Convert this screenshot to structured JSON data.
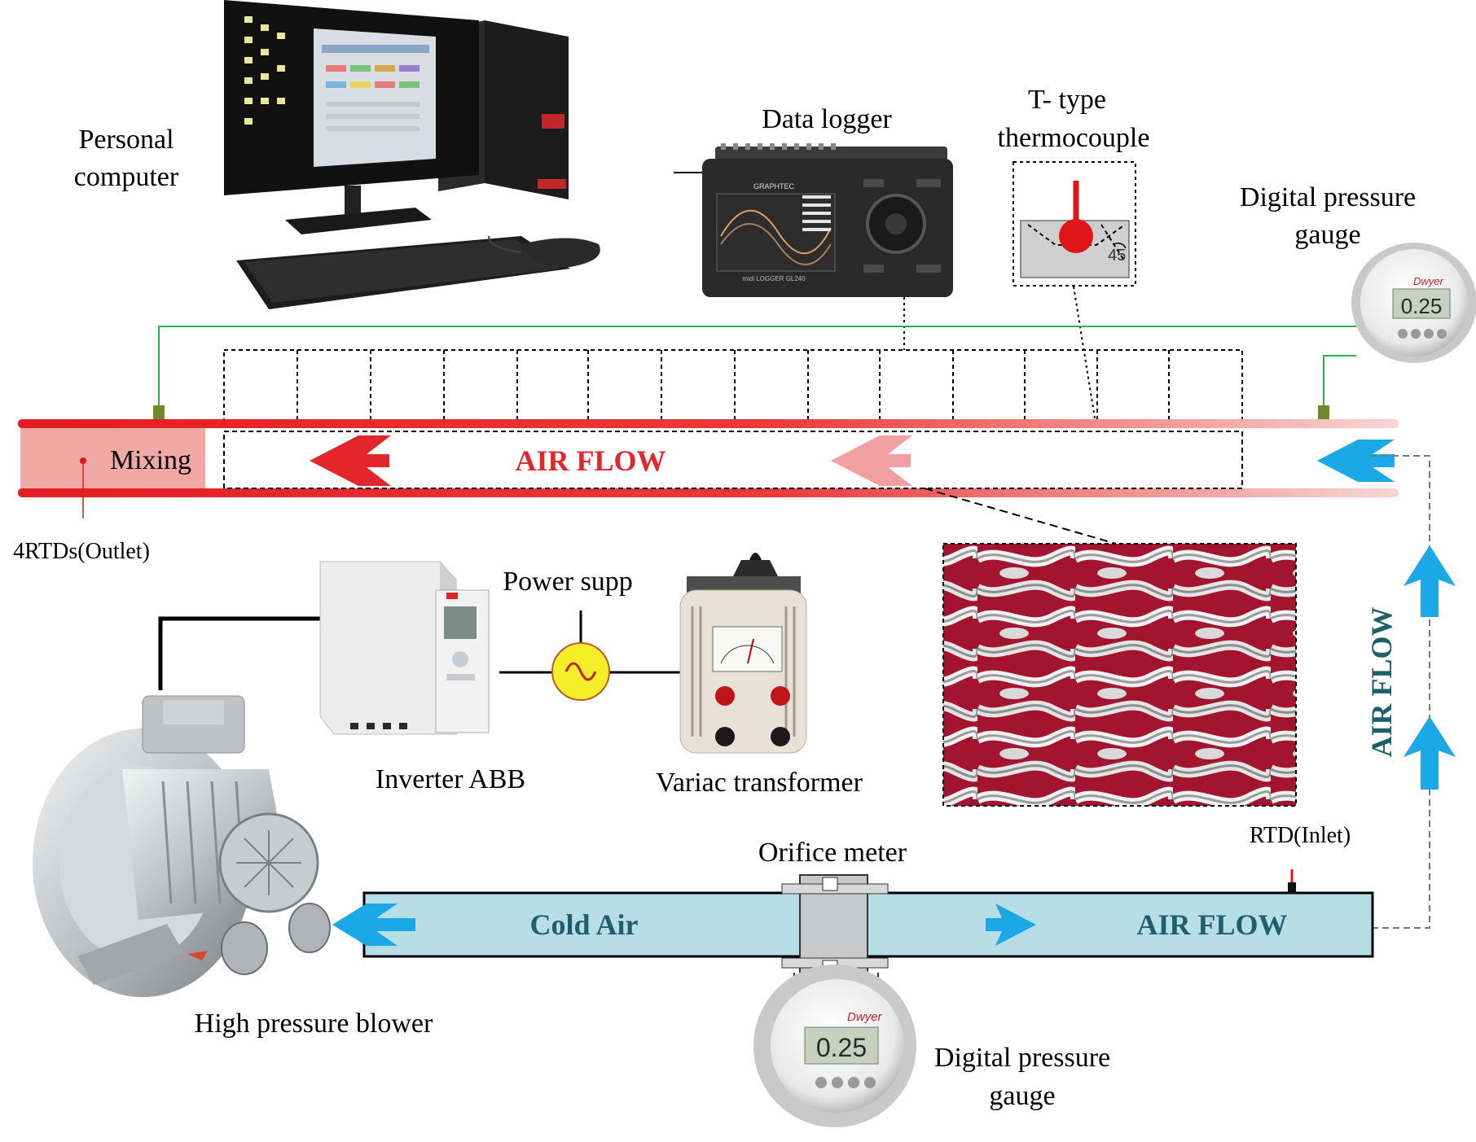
{
  "labels": {
    "personal_computer": [
      "Personal",
      "computer"
    ],
    "data_logger": "Data logger",
    "thermocouple": [
      "T- type",
      "thermocouple"
    ],
    "pressure_gauge_top": [
      "Digital pressure",
      "gauge"
    ],
    "mixing": "Mixing",
    "air_flow_top": "AIR FLOW",
    "outlet_rtds": "4RTDs(Outlet)",
    "power_supply": "Power supp",
    "inverter": "Inverter ABB",
    "variac": "Variac transformer",
    "air_flow_right": "AIR FLOW",
    "rtd_inlet": "RTD(Inlet)",
    "orifice": "Orifice meter",
    "cold_air": "Cold Air",
    "air_flow_bottom": "AIR FLOW",
    "blower": "High pressure blower",
    "pressure_gauge_bottom": [
      "Digital pressure",
      "gauge"
    ],
    "thermo_angle": "45",
    "gauge_reading": "0.25",
    "gauge_brand": "Dwyer",
    "logger_brand": "GRAPHTEC",
    "logger_model": "midi LOGGER GL240"
  },
  "colors": {
    "hot_pipe": "#e8262b",
    "hot_pipe_faded": "#f4c9c6",
    "mixing_fill": "#f0a9a5",
    "cold_pipe_fill": "#b7dde6",
    "arrow_blue": "#1aa8e6",
    "arrow_red": "#e3262b",
    "arrow_pink": "#f0a0a0",
    "label_teal": "#1f5f6b",
    "signal_green": "#2bb24c",
    "sensor_green": "#6e8a2b",
    "mesh_red": "#a3142f"
  }
}
